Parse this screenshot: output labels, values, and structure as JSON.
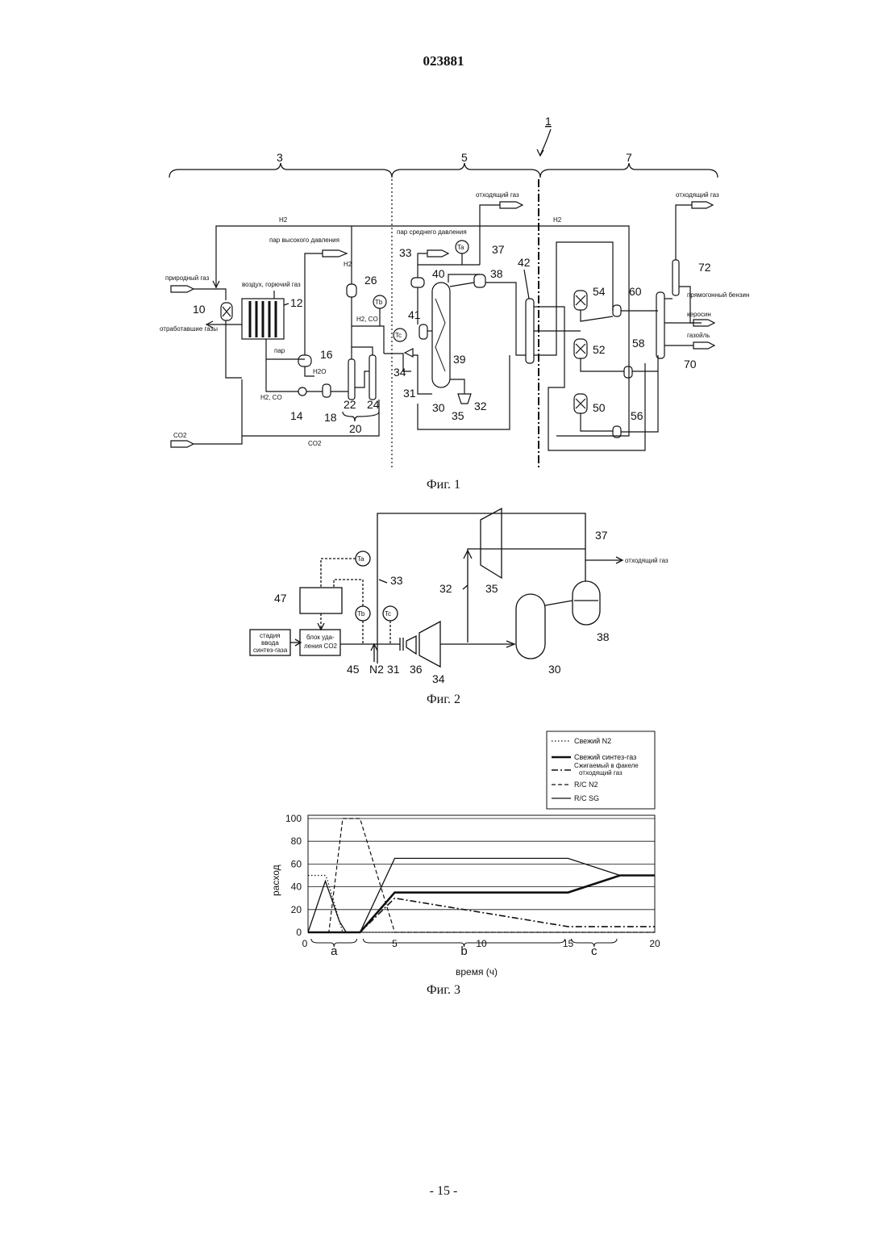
{
  "header": {
    "doc_number": "023881"
  },
  "footer": {
    "page": "- 15 -"
  },
  "fig1": {
    "caption": "Фиг. 1",
    "ref_main": "1",
    "sections": [
      "3",
      "5",
      "7"
    ],
    "labels": {
      "h2_top": "H2",
      "h2_right": "H2",
      "hp_steam": "пар высокого давления",
      "mp_steam": "пар среднего давления",
      "offgas_mid": "отходящий газ",
      "offgas_right": "отходящий газ",
      "air_fuel": "воздух, горючий газ",
      "natural_gas": "природный газ",
      "flue": "отработавшие газы",
      "steam": "пар",
      "h2o": "H2O",
      "h2co_left": "H2, CO",
      "h2co_mid": "H2, CO",
      "h2_26": "H2",
      "co2_in": "CO2",
      "co2_line": "CO2",
      "naphtha": "прямогонный бензин",
      "kerosene": "керосин",
      "gasoil": "газойль"
    },
    "refs": {
      "r10": "10",
      "r12": "12",
      "r14": "14",
      "r16": "16",
      "r18": "18",
      "r20": "20",
      "r22": "22",
      "r24": "24",
      "r26": "26",
      "r30": "30",
      "r31": "31",
      "r32": "32",
      "r33": "33",
      "r34": "34",
      "r35": "35",
      "r37": "37",
      "r38": "38",
      "r39": "39",
      "r40": "40",
      "r41": "41",
      "r42": "42",
      "r50": "50",
      "r52": "52",
      "r54": "54",
      "r56": "56",
      "r58": "58",
      "r60": "60",
      "r70": "70",
      "r72": "72",
      "ta": "Ta",
      "tb": "Tb",
      "tc": "Tc"
    }
  },
  "fig2": {
    "caption": "Фиг. 2",
    "labels": {
      "offgas": "отходящий газ",
      "stage_line1": "стадия",
      "stage_line2": "ввода",
      "stage_line3": "синтез-газа",
      "co2_line1": "блок уда-",
      "co2_line2": "ления CO2",
      "n2": "N2"
    },
    "refs": {
      "r30": "30",
      "r31": "31",
      "r32": "32",
      "r33": "33",
      "r34": "34",
      "r35": "35",
      "r36": "36",
      "r37": "37",
      "r38": "38",
      "r45": "45",
      "r47": "47",
      "ta": "Ta",
      "tb": "Tb",
      "tc": "Tc"
    }
  },
  "fig3": {
    "caption": "Фиг. 3",
    "chart_data": {
      "type": "line",
      "xlabel": "время (ч)",
      "ylabel": "расход",
      "xlim": [
        0,
        20
      ],
      "ylim": [
        0,
        100
      ],
      "x_ticks": [
        0,
        5,
        10,
        15,
        20
      ],
      "y_ticks": [
        0,
        20,
        40,
        60,
        80,
        100
      ],
      "grid": "horizontal",
      "legend_position": "top-right",
      "phases": [
        {
          "label": "a",
          "from": 0,
          "to": 3
        },
        {
          "label": "b",
          "from": 3,
          "to": 15
        },
        {
          "label": "c",
          "from": 15,
          "to": 18
        }
      ],
      "series": [
        {
          "name": "Свежий N2",
          "style": "dotted",
          "x": [
            0,
            1,
            1.1,
            2,
            20
          ],
          "y": [
            50,
            50,
            47,
            0,
            0
          ]
        },
        {
          "name": "Свежий синтез-газ",
          "style": "bold",
          "x": [
            0,
            3,
            5,
            15,
            18,
            20
          ],
          "y": [
            0,
            0,
            35,
            35,
            50,
            50
          ]
        },
        {
          "name": "Сжигаемый в факеле отходящий газ",
          "style": "dash-dot",
          "x": [
            0,
            3,
            5,
            15,
            20
          ],
          "y": [
            0,
            0,
            30,
            5,
            5
          ]
        },
        {
          "name": "R/C N2",
          "style": "dashed",
          "x": [
            0,
            1.2,
            2,
            3,
            5,
            20
          ],
          "y": [
            0,
            0,
            100,
            100,
            0,
            0
          ]
        },
        {
          "name": "R/C SG",
          "style": "solid",
          "x": [
            0,
            1,
            1.8,
            2.2,
            3,
            5,
            15,
            18,
            20
          ],
          "y": [
            0,
            45,
            10,
            0,
            0,
            65,
            65,
            50,
            50
          ]
        }
      ]
    }
  }
}
